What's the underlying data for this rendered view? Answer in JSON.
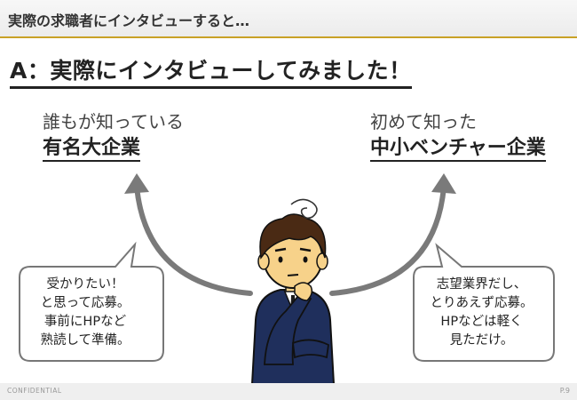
{
  "header": {
    "title": "実際の求職者にインタビューすると…"
  },
  "headline": "A：実際にインタビューしてみました！",
  "left": {
    "sub": "誰もが知っている",
    "main": "有名大企業"
  },
  "right": {
    "sub": "初めて知った",
    "main": "中小ベンチャー企業"
  },
  "bubble_left": {
    "lines": [
      "受かりたい！",
      "と思って応募。",
      "事前にHPなど",
      "熟読して準備。"
    ]
  },
  "bubble_right": {
    "lines": [
      "志望業界だし、",
      "とりあえず応募。",
      "HPなどは軽く",
      "見ただけ。"
    ]
  },
  "footer": {
    "left": "CONFIDENTIAL",
    "right": "P.9"
  },
  "colors": {
    "accent": "#c9a227",
    "arrow": "#7a7a7a",
    "suit": "#1f2f5c",
    "skin": "#f7d28a"
  }
}
